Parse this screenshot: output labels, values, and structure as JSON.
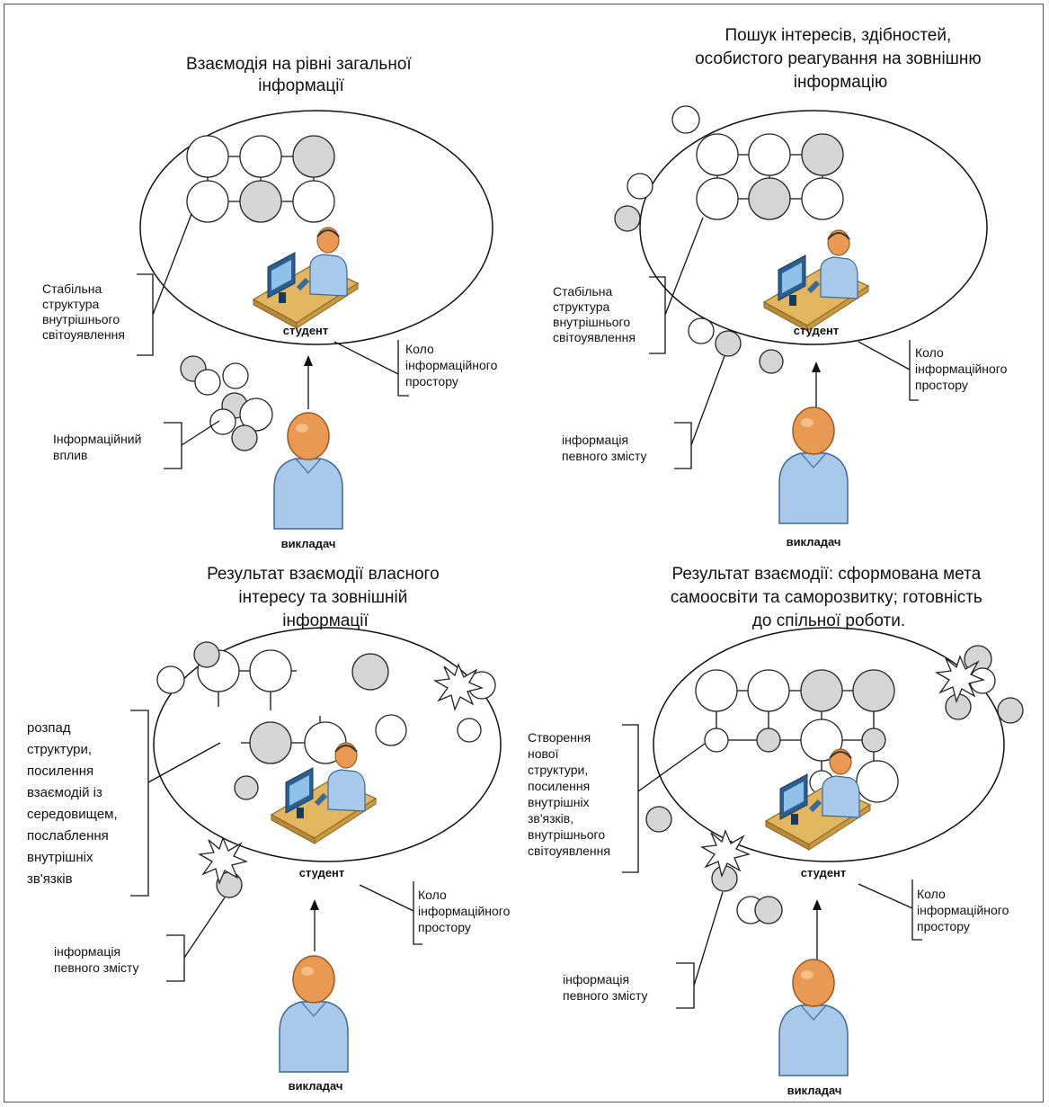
{
  "panels": [
    {
      "title": [
        "Взаємодія на рівні загальної",
        "інформації"
      ],
      "student": "студент",
      "teacher": "викладач",
      "circle_label": [
        "Коло",
        "інформаційного",
        "простору"
      ],
      "structure_label": [
        "Стабільна",
        "структура",
        "внутрішнього",
        "світоуявлення"
      ],
      "influence_label": [
        "Інформаційний",
        "вплив"
      ]
    },
    {
      "title": [
        "Пошук інтересів, здібностей,",
        "особистого реагування на  зовнішню",
        "інформацію"
      ],
      "student": "студент",
      "teacher": "викладач",
      "circle_label": [
        "Коло",
        "інформаційного",
        "простору"
      ],
      "structure_label": [
        "Стабільна",
        "структура",
        "внутрішнього",
        "світоуявлення"
      ],
      "influence_label": [
        "інформація",
        "певного змісту"
      ]
    },
    {
      "title": [
        "Результат взаємодії власного",
        "інтересу та    зовнішній",
        "інформації"
      ],
      "student": "студент",
      "teacher": "викладач",
      "circle_label": [
        "Коло",
        "інформаційного",
        "простору"
      ],
      "structure_label": [
        "розпад",
        "структури,",
        "посилення",
        "взаємодій із",
        "середовищем,",
        "послаблення",
        "внутрішніх",
        "зв'язків"
      ],
      "influence_label": [
        "інформація",
        "певного змісту"
      ]
    },
    {
      "title": [
        "Результат взаємодії: сформована мета",
        "самоосвіти та саморозвитку; готовність",
        "до спільної роботи."
      ],
      "student": "студент",
      "teacher": "викладач",
      "circle_label": [
        "Коло",
        "інформаційного",
        "простору"
      ],
      "structure_label": [
        "Створення",
        "нової",
        "структури,",
        "посилення",
        "внутрішніх",
        "зв'язків,",
        "внутрішнього",
        "світоуявлення"
      ],
      "influence_label": [
        "інформація",
        "певного змісту"
      ]
    }
  ]
}
